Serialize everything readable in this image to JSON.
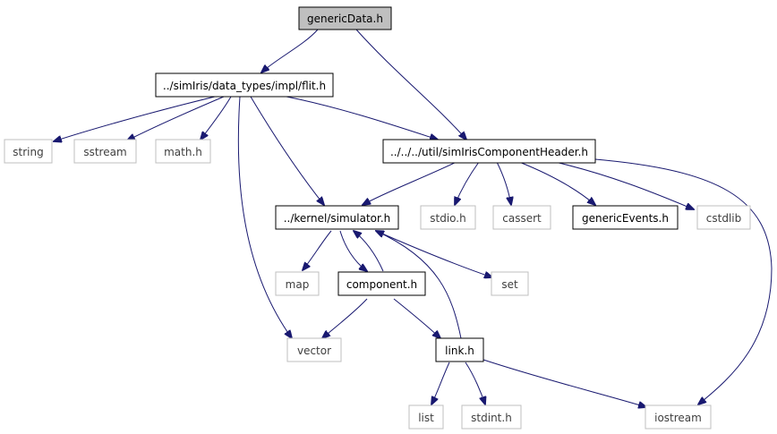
{
  "colors": {
    "edge": "#191970",
    "root_fill": "#bfbfbf",
    "project_border": "#000000",
    "system_border": "#bfbfbf",
    "system_text": "#3f3f3f",
    "project_text": "#000000"
  },
  "nodes": {
    "genericData": {
      "label": "genericData.h",
      "kind": "root"
    },
    "flit": {
      "label": "../simIris/data_types/impl/flit.h",
      "kind": "project"
    },
    "string": {
      "label": "string",
      "kind": "system"
    },
    "sstream": {
      "label": "sstream",
      "kind": "system"
    },
    "math": {
      "label": "math.h",
      "kind": "system"
    },
    "compHeader": {
      "label": "../../../util/simIrisComponentHeader.h",
      "kind": "project"
    },
    "simulator": {
      "label": "../kernel/simulator.h",
      "kind": "project"
    },
    "stdio": {
      "label": "stdio.h",
      "kind": "system"
    },
    "cassert": {
      "label": "cassert",
      "kind": "system"
    },
    "genericEvents": {
      "label": "genericEvents.h",
      "kind": "project"
    },
    "cstdlib": {
      "label": "cstdlib",
      "kind": "system"
    },
    "map": {
      "label": "map",
      "kind": "system"
    },
    "component": {
      "label": "component.h",
      "kind": "project"
    },
    "set": {
      "label": "set",
      "kind": "system"
    },
    "vector": {
      "label": "vector",
      "kind": "system"
    },
    "link": {
      "label": "link.h",
      "kind": "project"
    },
    "list": {
      "label": "list",
      "kind": "system"
    },
    "stdint": {
      "label": "stdint.h",
      "kind": "system"
    },
    "iostream": {
      "label": "iostream",
      "kind": "system"
    }
  }
}
